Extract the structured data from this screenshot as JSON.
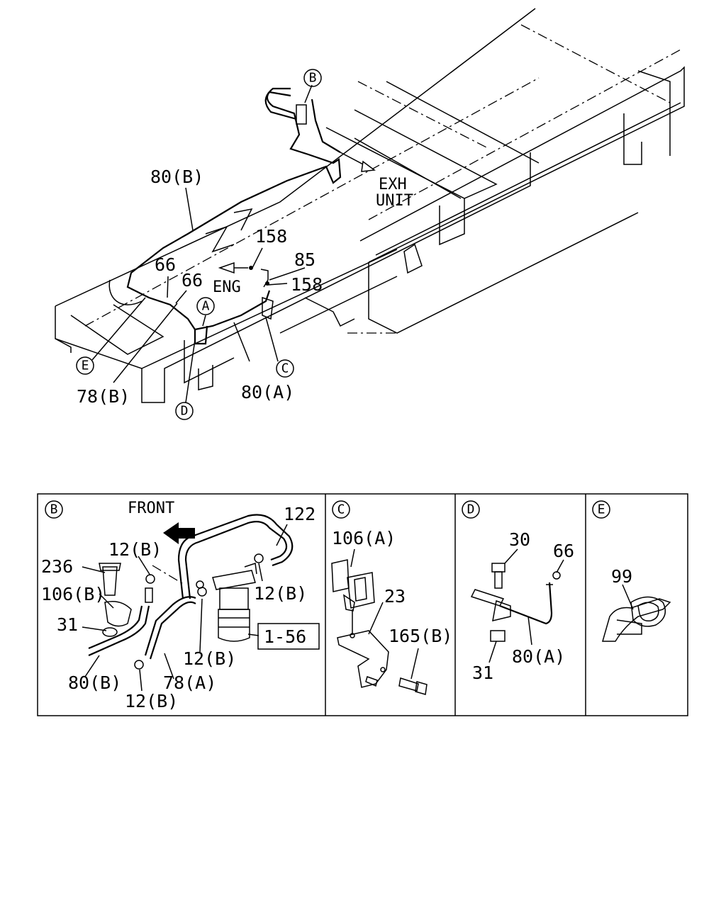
{
  "overview": {
    "callouts": {
      "b_top": "B",
      "a": "A",
      "c": "C",
      "d": "D",
      "e": "E"
    },
    "labels": {
      "p80b": "80(B)",
      "exh1": "EXH",
      "exh2": "UNIT",
      "p158a": "158",
      "p85": "85",
      "eng": "ENG",
      "p158b": "158",
      "p66a": "66",
      "p66b": "66",
      "p78b": "78(B)",
      "p80a": "80(A)"
    }
  },
  "details": {
    "b": {
      "id": "B",
      "front": "FRONT",
      "labels": {
        "p122": "122",
        "p12b_1": "12(B)",
        "p236": "236",
        "p106b": "106(B)",
        "p31": "31",
        "p12b_2": "12(B)",
        "p156": "1-56",
        "p12b_3": "12(B)",
        "p80b": "80(B)",
        "p78a": "78(A)",
        "p12b_4": "12(B)"
      }
    },
    "c": {
      "id": "C",
      "labels": {
        "p106a": "106(A)",
        "p23": "23",
        "p165b": "165(B)"
      }
    },
    "d": {
      "id": "D",
      "labels": {
        "p30": "30",
        "p66": "66",
        "p31": "31",
        "p80a": "80(A)"
      }
    },
    "e": {
      "id": "E",
      "labels": {
        "p99": "99"
      }
    }
  }
}
